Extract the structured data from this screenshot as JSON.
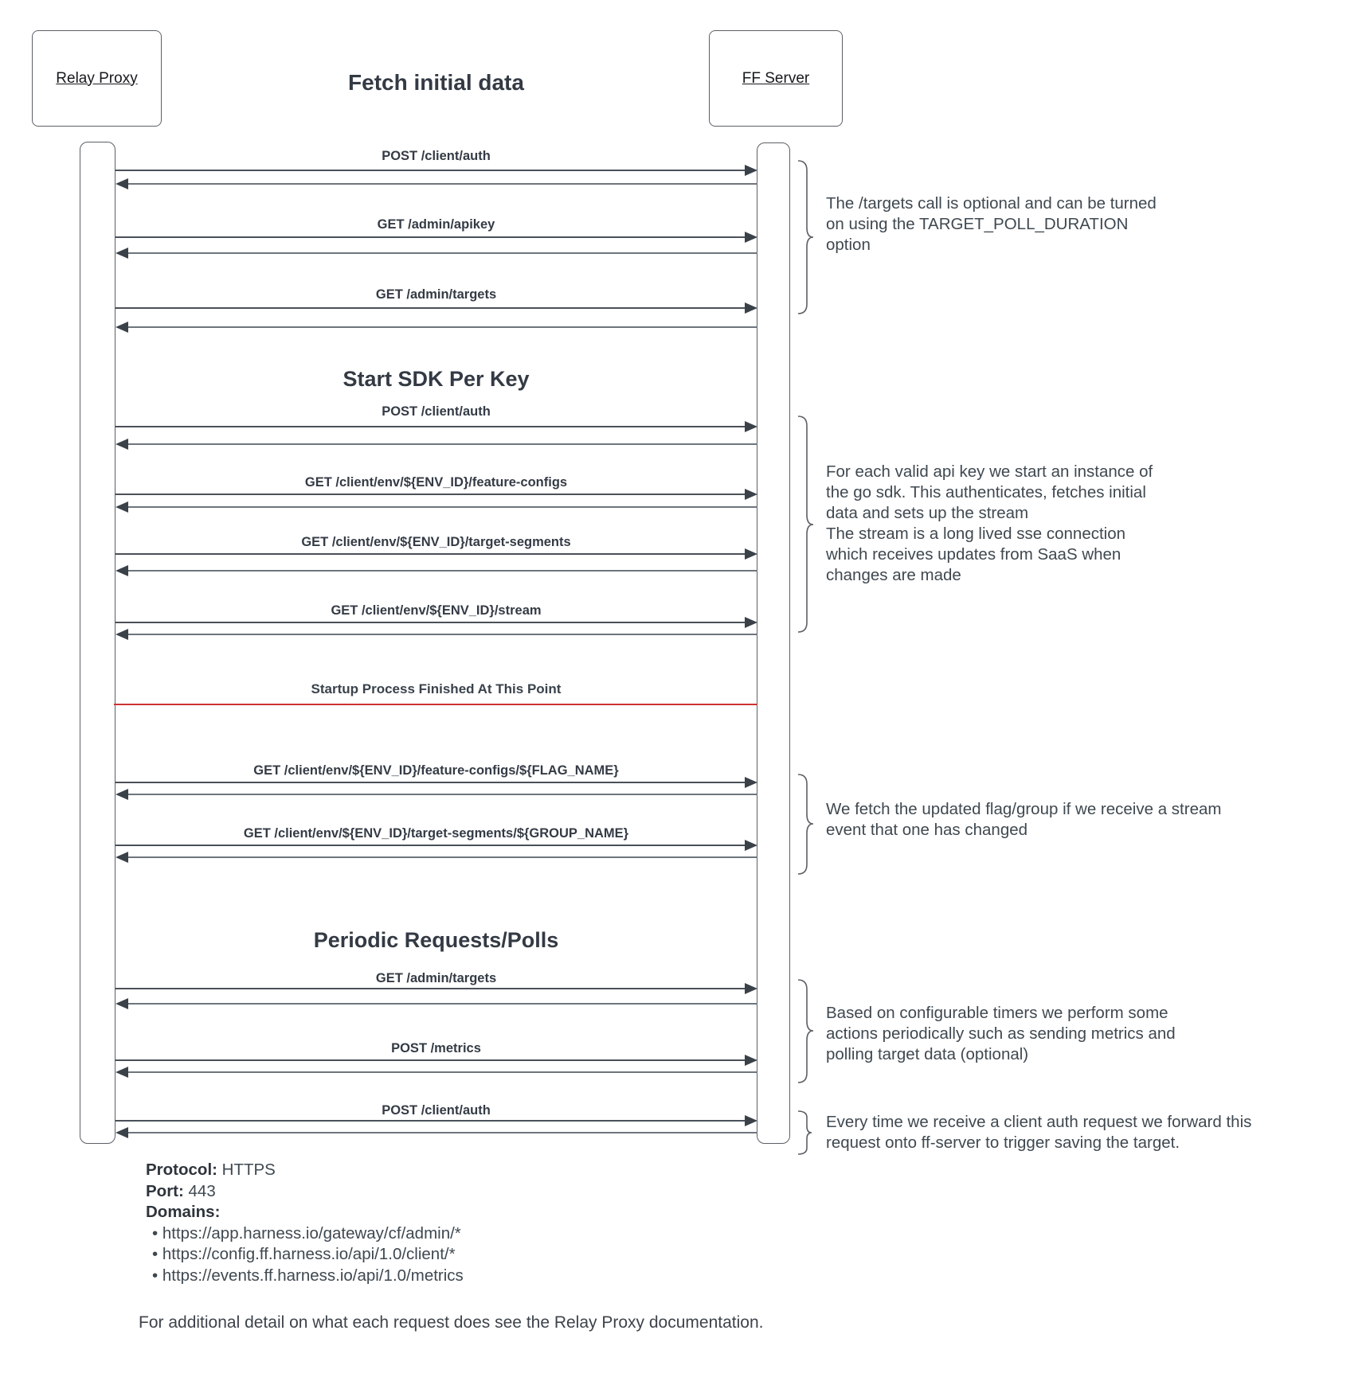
{
  "diagram": {
    "title": "Fetch initial data",
    "actors": [
      {
        "label": "Relay Proxy"
      },
      {
        "label": "FF Server"
      }
    ],
    "section_headings": [
      {
        "label": "Start SDK Per Key"
      },
      {
        "label": "Periodic Requests/Polls"
      }
    ],
    "divider": {
      "label": "Startup Process Finished At This Point",
      "color": "#cc3333"
    },
    "messages": [
      {
        "label": "POST /client/auth"
      },
      {
        "label": "GET /admin/apikey"
      },
      {
        "label": "GET /admin/targets"
      },
      {
        "label": "POST /client/auth"
      },
      {
        "label": "GET /client/env/${ENV_ID}/feature-configs"
      },
      {
        "label": "GET /client/env/${ENV_ID}/target-segments"
      },
      {
        "label": "GET /client/env/${ENV_ID}/stream"
      },
      {
        "label": "GET /client/env/${ENV_ID}/feature-configs/${FLAG_NAME}"
      },
      {
        "label": "GET /client/env/${ENV_ID}/target-segments/${GROUP_NAME}"
      },
      {
        "label": "GET /admin/targets"
      },
      {
        "label": "POST /metrics"
      },
      {
        "label": "POST /client/auth"
      }
    ],
    "annotations": [
      {
        "lines": [
          "The /targets call is optional and can be turned",
          "on using the TARGET_POLL_DURATION",
          "option"
        ]
      },
      {
        "lines": [
          "For each valid api key we start an instance of",
          "the go sdk. This authenticates, fetches initial",
          "data and sets up the stream",
          "The stream is a long lived sse connection",
          "which receives updates from SaaS when",
          "changes are made"
        ]
      },
      {
        "lines": [
          "We fetch the updated flag/group if we receive a stream",
          "event that one has changed"
        ]
      },
      {
        "lines": [
          "Based on configurable timers we perform some",
          "actions periodically such as sending metrics and",
          "polling target data (optional)"
        ]
      },
      {
        "lines": [
          "Every time we receive a client auth request we forward this",
          "request onto ff-server to trigger saving the target."
        ]
      }
    ],
    "connection_info": {
      "protocol_label": "Protocol:",
      "protocol_value": " HTTPS",
      "port_label": "Port:",
      "port_value": " 443",
      "domains_label": "Domains:",
      "domains": [
        "https://app.harness.io/gateway/cf/admin/*",
        "https://config.ff.harness.io/api/1.0/client/*",
        "https://events.ff.harness.io/api/1.0/metrics"
      ]
    },
    "footer": "For additional detail on what each request does see the Relay Proxy documentation.",
    "colors": {
      "line": "#4a5058",
      "arrowhead": "#3a4149",
      "red_divider": "#cc3333",
      "text_primary": "#343b45",
      "text_secondary": "#3f4850"
    }
  }
}
